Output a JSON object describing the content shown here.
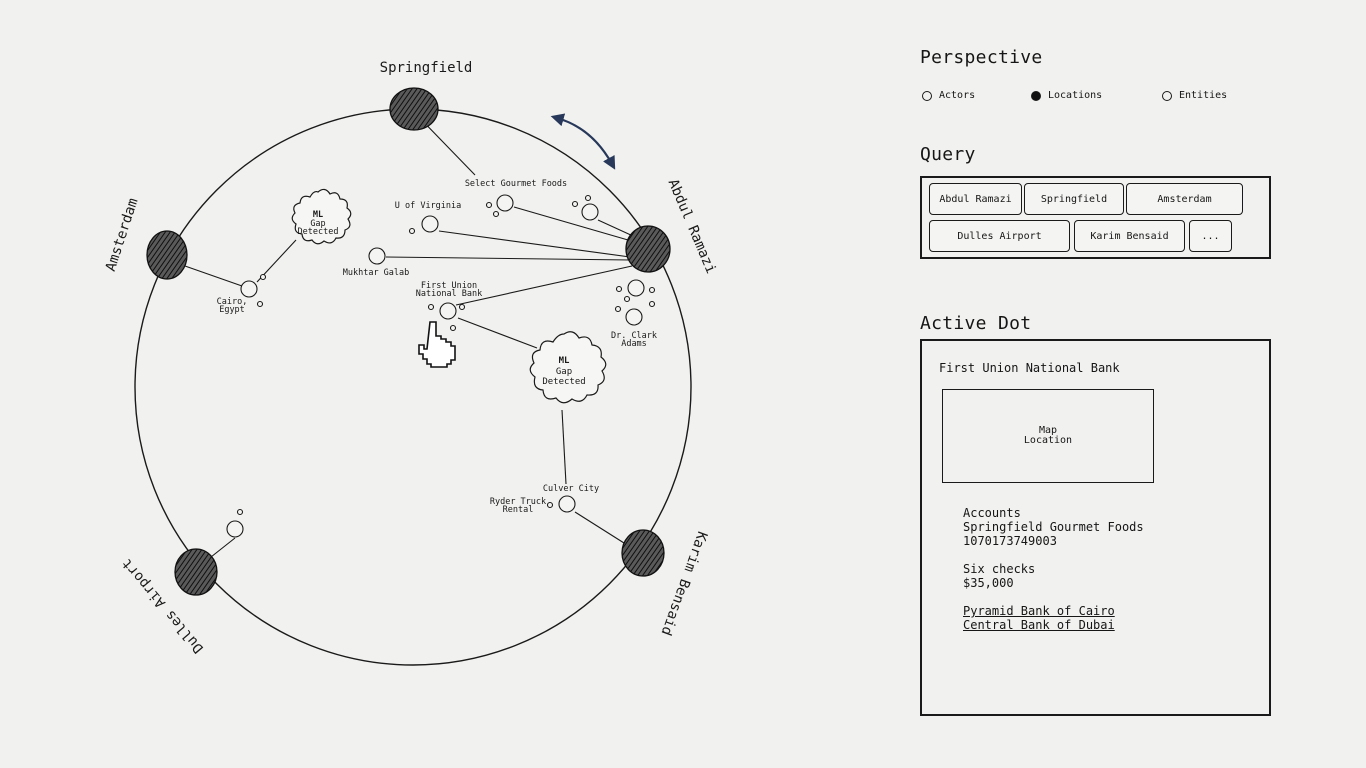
{
  "hubs": {
    "springfield": "Springfield",
    "abdul_ramazi": "Abdul Ramazi",
    "amsterdam": "Amsterdam",
    "dulles_airport": "Dulles Airport",
    "karim_bensaid": "Karim Bensaid"
  },
  "nodes": {
    "select_gourmet_foods": "Select Gourmet Foods",
    "u_of_virginia": "U of Virginia",
    "mukhtar_galab": "Mukhtar Galab",
    "first_union_line1": "First Union",
    "first_union_line2": "National Bank",
    "cairo_line1": "Cairo,",
    "cairo_line2": "Egypt",
    "dr_clark_line1": "Dr. Clark",
    "dr_clark_line2": "Adams",
    "culver_city": "Culver City",
    "ryder_line1": "Ryder Truck",
    "ryder_line2": "Rental"
  },
  "alerts": [
    {
      "ml": "ML",
      "line1": "Gap",
      "line2": "Detected"
    },
    {
      "ml": "ML",
      "line1": "Gap",
      "line2": "Detected"
    }
  ],
  "perspective": {
    "title": "Perspective",
    "options": [
      {
        "label": "Actors",
        "selected": false
      },
      {
        "label": "Locations",
        "selected": true
      },
      {
        "label": "Entities",
        "selected": false
      }
    ]
  },
  "query": {
    "title": "Query",
    "chips": [
      "Abdul Ramazi",
      "Springfield",
      "Amsterdam",
      "Dulles Airport",
      "Karim Bensaid",
      "..."
    ]
  },
  "active_dot": {
    "title": "Active Dot",
    "name": "First Union National Bank",
    "map_line1": "Map",
    "map_line2": "Location",
    "accounts_label": "Accounts",
    "account_name": "Springfield Gourmet Foods",
    "account_number": "1070173749003",
    "checks_label": "Six checks",
    "checks_amount": "$35,000",
    "links": [
      "Pyramid Bank of Cairo",
      "Central Bank of Dubai"
    ]
  }
}
